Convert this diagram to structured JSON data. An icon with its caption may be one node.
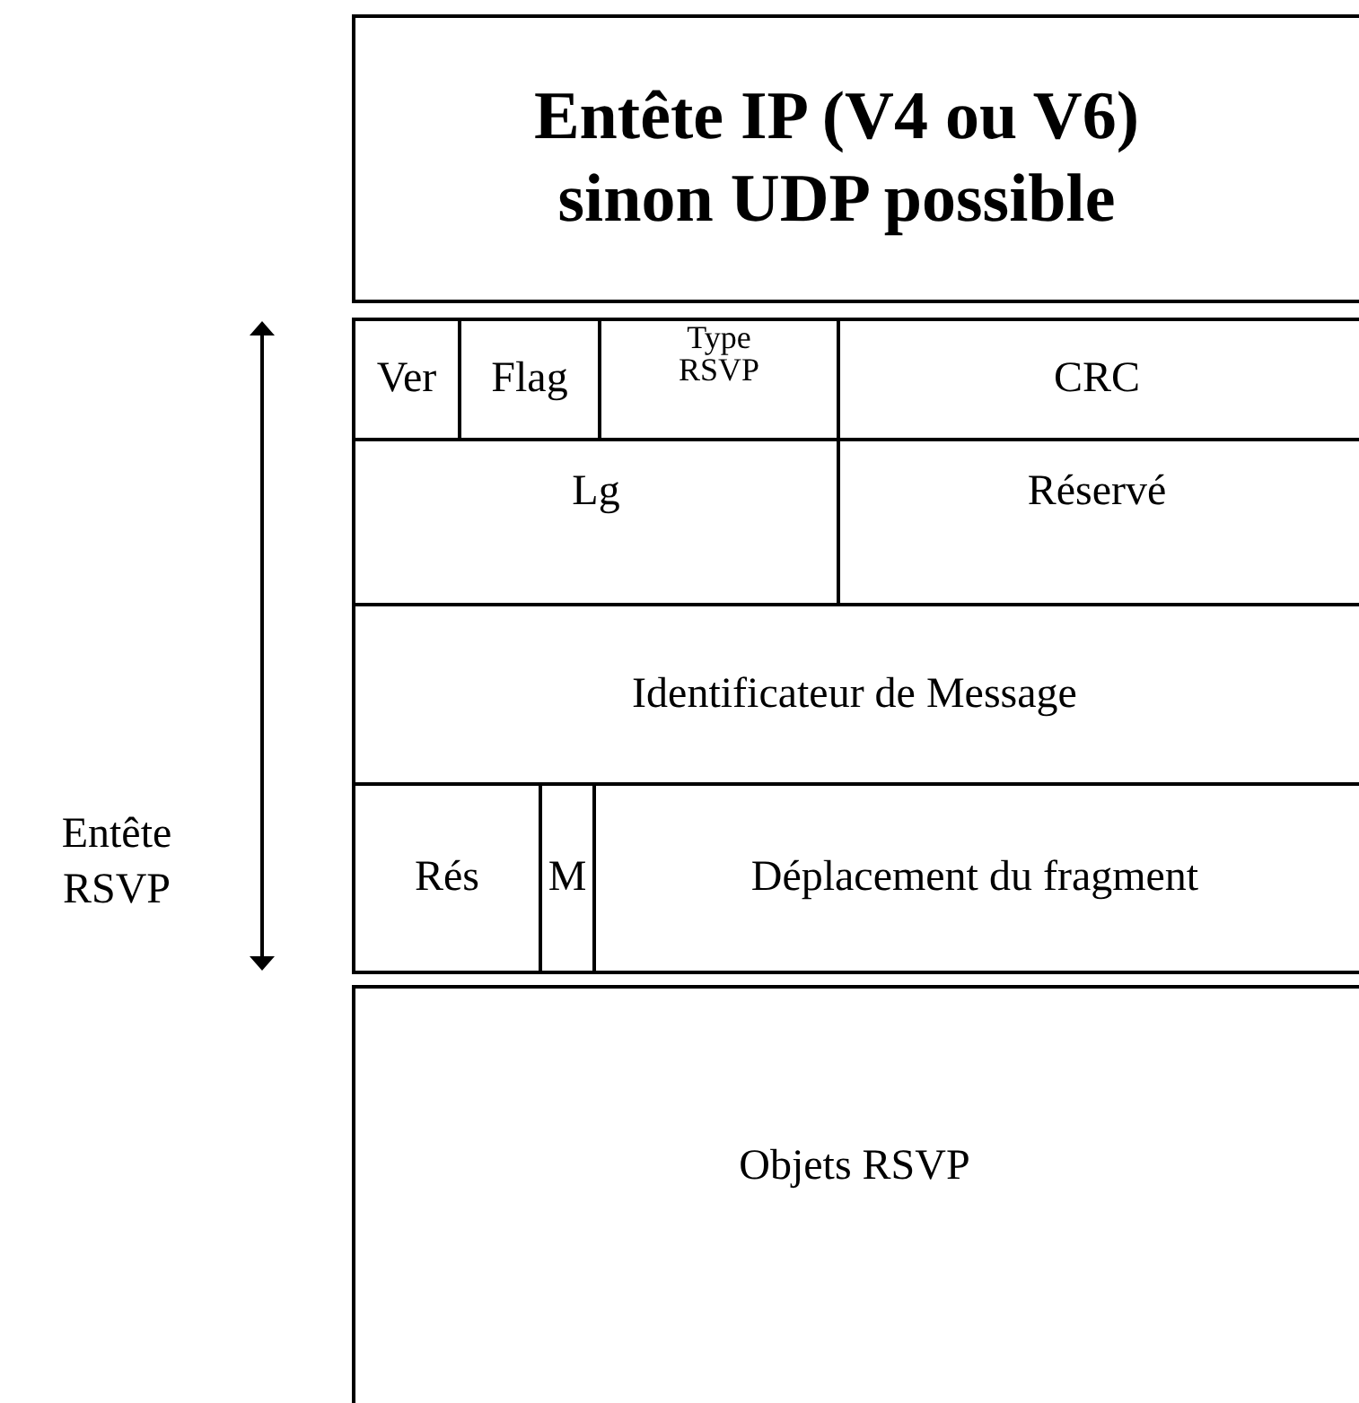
{
  "diagram": {
    "nodes": [
      {
        "text": [
          "Entête IP (V4 ou V6) sinon UDP possible"
        ]
      },
      {
        "text": [
          "Ver"
        ]
      },
      {
        "text": [
          "Flag"
        ]
      },
      {
        "text": [
          "Type RSVP"
        ]
      },
      {
        "text": [
          "CRC"
        ]
      },
      {
        "text": [
          "Lg"
        ]
      },
      {
        "text": [
          "Réservé"
        ]
      },
      {
        "text": [
          "Identificateur de Message"
        ]
      },
      {
        "text": [
          "Rés"
        ]
      },
      {
        "text": [
          "M"
        ]
      },
      {
        "text": [
          "Déplacement du fragment"
        ]
      },
      {
        "text": [
          "Objets RSVP"
        ]
      }
    ],
    "labels": [
      "Entête RSVP"
    ]
  }
}
